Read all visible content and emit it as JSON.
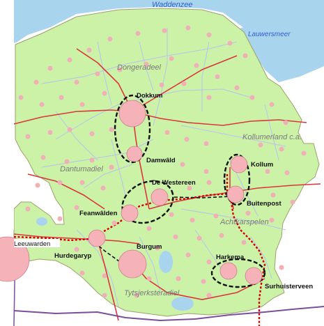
{
  "map": {
    "water_labels": {
      "waddenzee": "Waddenzee",
      "lauwersmeer": "Lauwersmeer"
    },
    "regions": {
      "dongeradeel": "Dongeradeel",
      "kollumerland": "Kollumerland c.a.",
      "dantumadiel": "Dantumadiel",
      "achtkarspelen": "Achtkarspelen",
      "tytsjerksteradiel": "Tytsjerksteradiel"
    },
    "cities": {
      "dokkum": "Dokkum",
      "damwald": "Damwâld",
      "de_westereen": "De Westereen",
      "kollum": "Kollum",
      "buitenpost": "Buitenpost",
      "feanwalden": "Feanwâlden",
      "burgum": "Burgum",
      "hurdegaryp": "Hurdegaryp",
      "leeuwarden": "Leeuwarden",
      "harkema": "Harkema",
      "surhuisterveen": "Surhuisterveen"
    },
    "colors": {
      "sea": "#a8d4ee",
      "land": "#ccf2a8",
      "outside": "#ffffff",
      "city_fill": "#f5b3b9",
      "city_stroke": "#c98088",
      "road": "#d9363b",
      "minor_road": "#b7c2ee",
      "railway": "#d40000",
      "border": "#7b4e9a",
      "cluster_line": "#111111"
    }
  }
}
